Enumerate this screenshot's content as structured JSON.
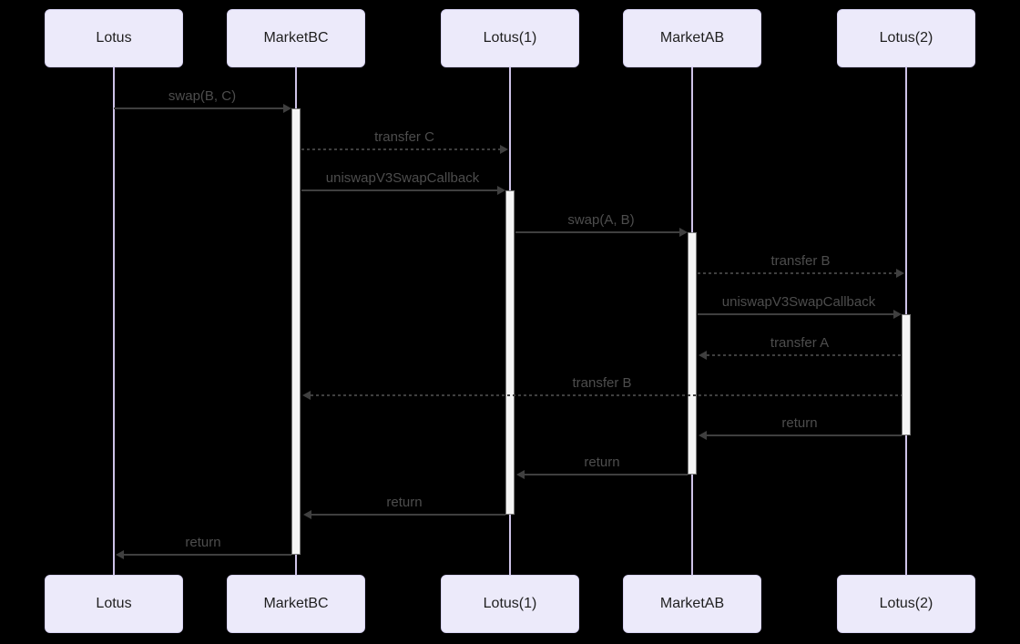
{
  "diagram": {
    "type": "sequence-diagram",
    "background": "#000000",
    "participants": [
      {
        "label": "Lotus"
      },
      {
        "label": "MarketBC"
      },
      {
        "label": "Lotus(1)"
      },
      {
        "label": "MarketAB"
      },
      {
        "label": "Lotus(2)"
      }
    ],
    "activations": [
      {
        "participant": "MarketBC"
      },
      {
        "participant": "Lotus(1)"
      },
      {
        "participant": "MarketAB"
      },
      {
        "participant": "Lotus(2)"
      }
    ],
    "messages": [
      {
        "label": "swap(B, C)",
        "from": "Lotus",
        "to": "MarketBC",
        "line": "solid"
      },
      {
        "label": "transfer C",
        "from": "MarketBC",
        "to": "Lotus(1)",
        "line": "dashed"
      },
      {
        "label": "uniswapV3SwapCallback",
        "from": "MarketBC",
        "to": "Lotus(1)",
        "line": "solid"
      },
      {
        "label": "swap(A, B)",
        "from": "Lotus(1)",
        "to": "MarketAB",
        "line": "solid"
      },
      {
        "label": "transfer B",
        "from": "MarketAB",
        "to": "Lotus(2)",
        "line": "dashed"
      },
      {
        "label": "uniswapV3SwapCallback",
        "from": "MarketAB",
        "to": "Lotus(2)",
        "line": "solid"
      },
      {
        "label": "transfer A",
        "from": "Lotus(2)",
        "to": "MarketAB",
        "line": "dashed"
      },
      {
        "label": "transfer B",
        "from": "Lotus(2)",
        "to": "MarketBC",
        "line": "dashed"
      },
      {
        "label": "return",
        "from": "Lotus(2)",
        "to": "MarketAB",
        "line": "solid"
      },
      {
        "label": "return",
        "from": "MarketAB",
        "to": "Lotus(1)",
        "line": "solid"
      },
      {
        "label": "return",
        "from": "Lotus(1)",
        "to": "MarketBC",
        "line": "solid"
      },
      {
        "label": "return",
        "from": "MarketBC",
        "to": "Lotus",
        "line": "solid"
      }
    ],
    "colors": {
      "participant_fill": "#ECEAFA",
      "participant_border": "#D7D2F2",
      "lifeline": "#CEC3E8",
      "activation_fill": "#F5F5F5",
      "activation_border": "#7D7D7D",
      "arrow": "#3F3F3F",
      "message_text": "#4D4D4D",
      "participant_text": "#1F1F1F"
    }
  }
}
